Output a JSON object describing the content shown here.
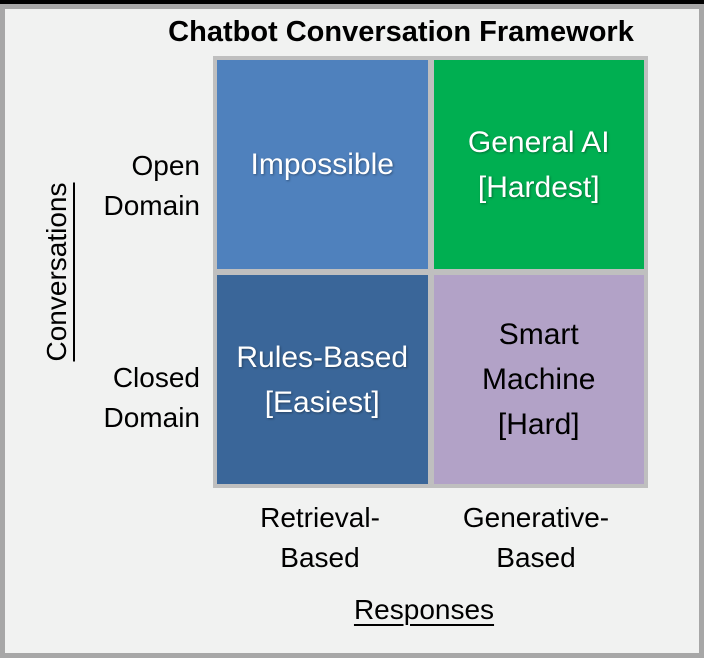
{
  "title": "Chatbot Conversation Framework",
  "y_axis": {
    "label": "Conversations",
    "categories": [
      "Open\nDomain",
      "Closed\nDomain"
    ]
  },
  "x_axis": {
    "label": "Responses",
    "categories": [
      "Retrieval-\nBased",
      "Generative-\nBased"
    ]
  },
  "quadrants": [
    {
      "row": "Open Domain",
      "column": "Retrieval-Based",
      "label": "Impossible",
      "color": "#4F81BD",
      "text_color": "#FFFFFF"
    },
    {
      "row": "Open Domain",
      "column": "Generative-Based",
      "label": "General AI\n[Hardest]",
      "color": "#00AF51",
      "text_color": "#FFFFFF"
    },
    {
      "row": "Closed Domain",
      "column": "Retrieval-Based",
      "label": "Rules-Based\n[Easiest]",
      "color": "#3A6699",
      "text_color": "#FFFFFF"
    },
    {
      "row": "Closed Domain",
      "column": "Generative-Based",
      "label": "Smart\nMachine\n[Hard]",
      "color": "#B2A2C7",
      "text_color": "#000000"
    }
  ],
  "palette": {
    "background": "#F1F2F1",
    "outer_frame": "#A7A7A7",
    "top_bar": "#000000",
    "grid_lines": "#BFBFBF",
    "title_text": "#000000"
  }
}
